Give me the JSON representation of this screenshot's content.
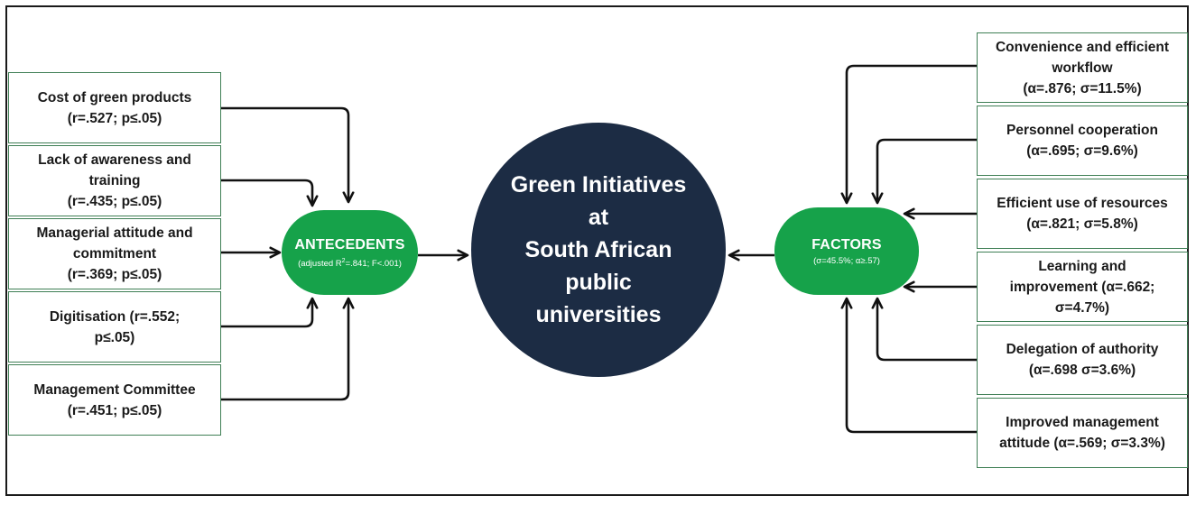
{
  "center": {
    "lines": [
      "Green Initiatives",
      "at",
      "South African",
      "public",
      "universities"
    ]
  },
  "antecedents": {
    "label": "ANTECEDENTS",
    "stat_prefix": "(adjusted R",
    "stat_sup": "2",
    "stat_suffix": "=.841; F<.001)",
    "items": [
      {
        "lines": [
          "Cost of green products",
          "(r=.527; p≤.05)"
        ]
      },
      {
        "lines": [
          "Lack of awareness and",
          "training",
          "(r=.435; p≤.05)"
        ]
      },
      {
        "lines": [
          "Managerial attitude and",
          "commitment",
          "(r=.369; p≤.05)"
        ]
      },
      {
        "lines": [
          "Digitisation (r=.552;",
          "p≤.05)"
        ]
      },
      {
        "lines": [
          "Management Committee",
          "(r=.451; p≤.05)"
        ]
      }
    ]
  },
  "factors": {
    "label": "FACTORS",
    "stat": "(σ=45.5%; α≥.57)",
    "items": [
      {
        "lines": [
          "Convenience and efficient",
          "workflow",
          "(α=.876; σ=11.5%)"
        ]
      },
      {
        "lines": [
          "Personnel cooperation",
          "(α=.695; σ=9.6%)"
        ]
      },
      {
        "lines": [
          "Efficient use of resources",
          "(α=.821; σ=5.8%)"
        ]
      },
      {
        "lines": [
          "Learning and",
          "improvement (α=.662;",
          "σ=4.7%)"
        ]
      },
      {
        "lines": [
          "Delegation of authority",
          "(α=.698 σ=3.6%)"
        ]
      },
      {
        "lines": [
          "Improved management",
          "attitude (α=.569; σ=3.3%)"
        ]
      }
    ]
  }
}
